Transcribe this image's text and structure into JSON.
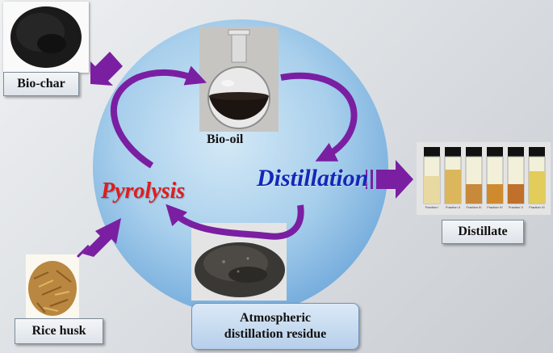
{
  "labels": {
    "bio_char": "Bio-char",
    "bio_oil": "Bio-oil",
    "pyrolysis": "Pyrolysis",
    "distillation": "Distillation",
    "distillate": "Distillate",
    "rice_husk": "Rice husk",
    "residue_line1": "Atmospheric",
    "residue_line2": "distillation residue"
  },
  "vial_labels": [
    "Fraction I",
    "Fraction II",
    "Fraction III",
    "Fraction IV",
    "Fraction V",
    "Fraction VI"
  ],
  "colors": {
    "pyrolysis_text": "#e01c1c",
    "distillation_text": "#1428b8",
    "arrow": "#7a1fa2",
    "circle": "#8fbde3"
  }
}
